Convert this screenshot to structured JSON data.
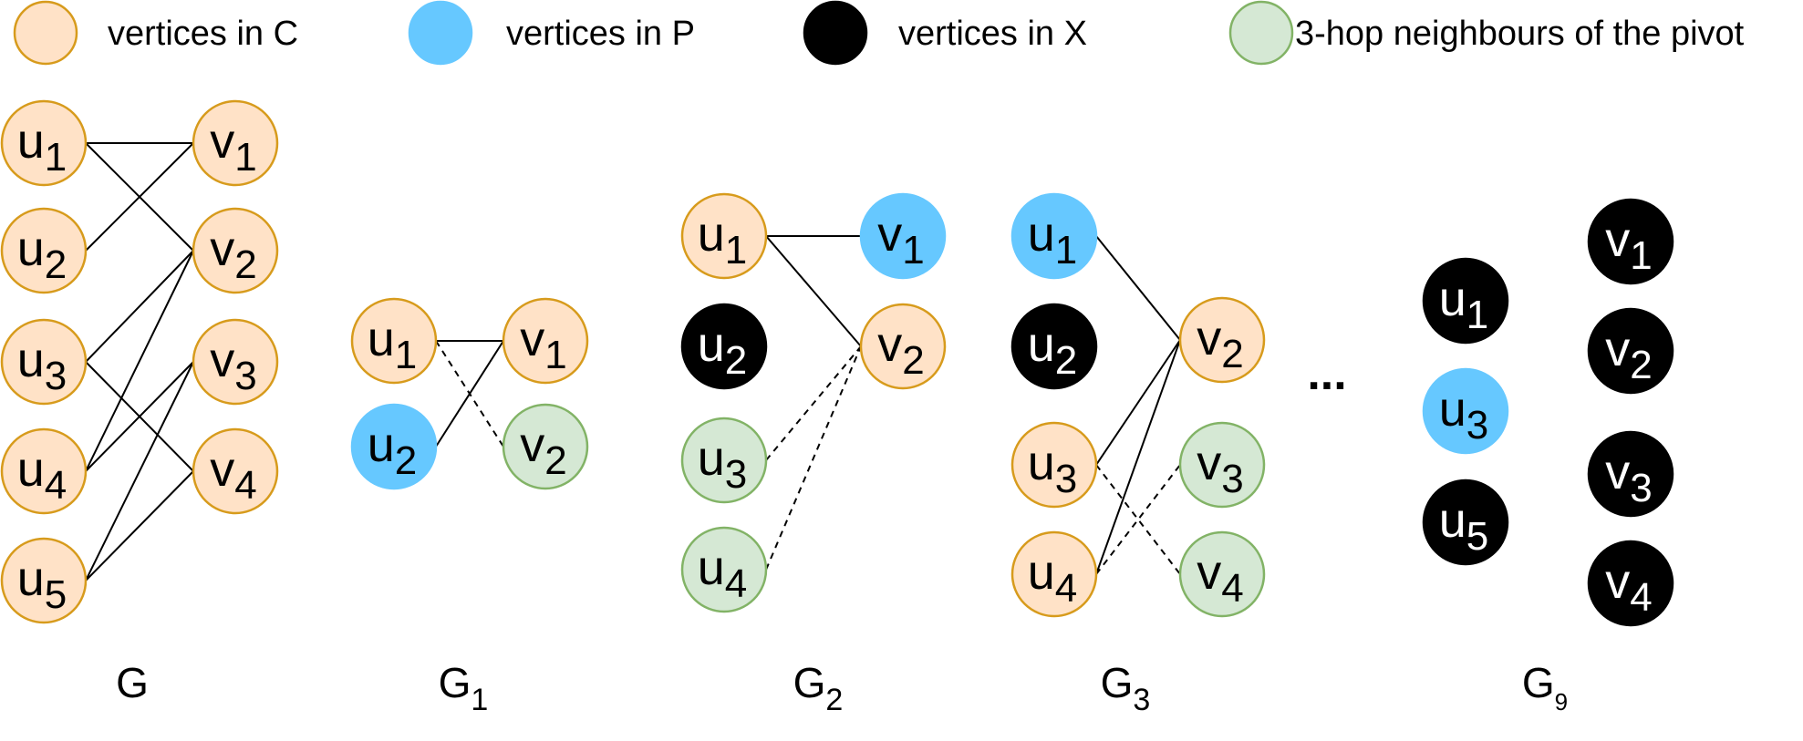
{
  "colors": {
    "C": {
      "fill": "#ffe2c7",
      "stroke": "#d79b1c"
    },
    "P": {
      "fill": "#66c8ff",
      "stroke": "#66c8ff"
    },
    "X": {
      "fill": "#000000",
      "stroke": "#000000"
    },
    "N": {
      "fill": "#d5e8d4",
      "stroke": "#82b366"
    }
  },
  "legend": [
    {
      "kind": "C",
      "label": "vertices in C"
    },
    {
      "kind": "P",
      "label": "vertices in P"
    },
    {
      "kind": "X",
      "label": "vertices in X"
    },
    {
      "kind": "N",
      "label": "3-hop neighbours of the pivot"
    }
  ],
  "ellipsis": "...",
  "graphs": [
    {
      "id": "G",
      "title": "G",
      "title_sub": "",
      "nodes": [
        {
          "id": "u1",
          "name": "u",
          "sub": "1",
          "kind": "C"
        },
        {
          "id": "u2",
          "name": "u",
          "sub": "2",
          "kind": "C"
        },
        {
          "id": "u3",
          "name": "u",
          "sub": "3",
          "kind": "C"
        },
        {
          "id": "u4",
          "name": "u",
          "sub": "4",
          "kind": "C"
        },
        {
          "id": "u5",
          "name": "u",
          "sub": "5",
          "kind": "C"
        },
        {
          "id": "v1",
          "name": "v",
          "sub": "1",
          "kind": "C"
        },
        {
          "id": "v2",
          "name": "v",
          "sub": "2",
          "kind": "C"
        },
        {
          "id": "v3",
          "name": "v",
          "sub": "3",
          "kind": "C"
        },
        {
          "id": "v4",
          "name": "v",
          "sub": "4",
          "kind": "C"
        }
      ],
      "edges": [
        {
          "from": "u1",
          "to": "v1",
          "style": "solid"
        },
        {
          "from": "u1",
          "to": "v2",
          "style": "solid"
        },
        {
          "from": "u2",
          "to": "v1",
          "style": "solid"
        },
        {
          "from": "u3",
          "to": "v2",
          "style": "solid"
        },
        {
          "from": "u3",
          "to": "v4",
          "style": "solid"
        },
        {
          "from": "u4",
          "to": "v2",
          "style": "solid"
        },
        {
          "from": "u4",
          "to": "v3",
          "style": "solid"
        },
        {
          "from": "u5",
          "to": "v3",
          "style": "solid"
        },
        {
          "from": "u5",
          "to": "v4",
          "style": "solid"
        }
      ]
    },
    {
      "id": "G1",
      "title": "G",
      "title_sub": "1",
      "nodes": [
        {
          "id": "u1",
          "name": "u",
          "sub": "1",
          "kind": "C"
        },
        {
          "id": "u2",
          "name": "u",
          "sub": "2",
          "kind": "P"
        },
        {
          "id": "v1",
          "name": "v",
          "sub": "1",
          "kind": "C"
        },
        {
          "id": "v2",
          "name": "v",
          "sub": "2",
          "kind": "N"
        }
      ],
      "edges": [
        {
          "from": "u1",
          "to": "v1",
          "style": "solid"
        },
        {
          "from": "u2",
          "to": "v1",
          "style": "solid"
        },
        {
          "from": "u1",
          "to": "v2",
          "style": "dashed"
        }
      ]
    },
    {
      "id": "G2",
      "title": "G",
      "title_sub": "2",
      "nodes": [
        {
          "id": "u1",
          "name": "u",
          "sub": "1",
          "kind": "C"
        },
        {
          "id": "u2",
          "name": "u",
          "sub": "2",
          "kind": "X"
        },
        {
          "id": "u3",
          "name": "u",
          "sub": "3",
          "kind": "N"
        },
        {
          "id": "u4",
          "name": "u",
          "sub": "4",
          "kind": "N"
        },
        {
          "id": "v1",
          "name": "v",
          "sub": "1",
          "kind": "P"
        },
        {
          "id": "v2",
          "name": "v",
          "sub": "2",
          "kind": "C"
        }
      ],
      "edges": [
        {
          "from": "u1",
          "to": "v1",
          "style": "solid"
        },
        {
          "from": "u1",
          "to": "v2",
          "style": "solid"
        },
        {
          "from": "u3",
          "to": "v2",
          "style": "dashed"
        },
        {
          "from": "u4",
          "to": "v2",
          "style": "dashed"
        }
      ]
    },
    {
      "id": "G3",
      "title": "G",
      "title_sub": "3",
      "nodes": [
        {
          "id": "u1",
          "name": "u",
          "sub": "1",
          "kind": "P"
        },
        {
          "id": "u2",
          "name": "u",
          "sub": "2",
          "kind": "X"
        },
        {
          "id": "u3",
          "name": "u",
          "sub": "3",
          "kind": "C"
        },
        {
          "id": "u4",
          "name": "u",
          "sub": "4",
          "kind": "C"
        },
        {
          "id": "v2",
          "name": "v",
          "sub": "2",
          "kind": "C"
        },
        {
          "id": "v3",
          "name": "v",
          "sub": "3",
          "kind": "N"
        },
        {
          "id": "v4",
          "name": "v",
          "sub": "4",
          "kind": "N"
        }
      ],
      "edges": [
        {
          "from": "u1",
          "to": "v2",
          "style": "solid"
        },
        {
          "from": "u3",
          "to": "v2",
          "style": "solid"
        },
        {
          "from": "u4",
          "to": "v2",
          "style": "solid"
        },
        {
          "from": "u3",
          "to": "v4",
          "style": "dashed"
        },
        {
          "from": "u4",
          "to": "v3",
          "style": "dashed"
        }
      ]
    },
    {
      "id": "G9",
      "title": "G",
      "title_sub": "9",
      "nodes": [
        {
          "id": "u1",
          "name": "u",
          "sub": "1",
          "kind": "X"
        },
        {
          "id": "u3",
          "name": "u",
          "sub": "3",
          "kind": "P"
        },
        {
          "id": "u5",
          "name": "u",
          "sub": "5",
          "kind": "X"
        },
        {
          "id": "v1",
          "name": "v",
          "sub": "1",
          "kind": "X"
        },
        {
          "id": "v2",
          "name": "v",
          "sub": "2",
          "kind": "X"
        },
        {
          "id": "v3",
          "name": "v",
          "sub": "3",
          "kind": "X"
        },
        {
          "id": "v4",
          "name": "v",
          "sub": "4",
          "kind": "X"
        }
      ],
      "edges": []
    }
  ]
}
